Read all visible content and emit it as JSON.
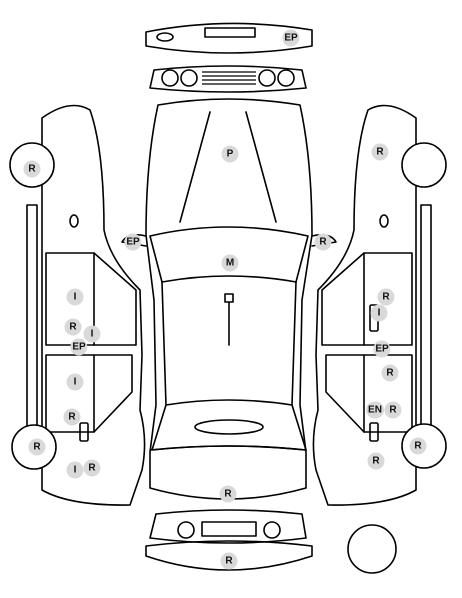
{
  "markers": [
    {
      "id": "front-bumper-ep",
      "code": "EP"
    },
    {
      "id": "hood-p",
      "code": "P"
    },
    {
      "id": "left-mirror-ep",
      "code": "EP"
    },
    {
      "id": "right-mirror-r",
      "code": "R"
    },
    {
      "id": "roof-m",
      "code": "M"
    },
    {
      "id": "trunk-r",
      "code": "R"
    },
    {
      "id": "rear-bumper-r",
      "code": "R"
    },
    {
      "id": "left-front-wheel-r",
      "code": "R"
    },
    {
      "id": "left-front-door-i",
      "code": "I"
    },
    {
      "id": "left-front-door-r",
      "code": "R"
    },
    {
      "id": "left-front-door-i2",
      "code": "I"
    },
    {
      "id": "left-pillar-ep",
      "code": "EP"
    },
    {
      "id": "left-rear-door-i",
      "code": "I"
    },
    {
      "id": "left-rear-door-r",
      "code": "R"
    },
    {
      "id": "left-rear-wheel-r",
      "code": "R"
    },
    {
      "id": "left-rear-fender-i",
      "code": "I"
    },
    {
      "id": "left-rear-fender-r",
      "code": "R"
    },
    {
      "id": "right-front-fender-r",
      "code": "R"
    },
    {
      "id": "right-front-door-r",
      "code": "R"
    },
    {
      "id": "right-front-door-i",
      "code": "I"
    },
    {
      "id": "right-pillar-ep",
      "code": "EP"
    },
    {
      "id": "right-rear-door-r",
      "code": "R"
    },
    {
      "id": "right-rear-door-en",
      "code": "EN"
    },
    {
      "id": "right-rear-door-r2",
      "code": "R"
    },
    {
      "id": "right-rear-wheel-r",
      "code": "R"
    },
    {
      "id": "right-rear-fender-r",
      "code": "R"
    }
  ]
}
